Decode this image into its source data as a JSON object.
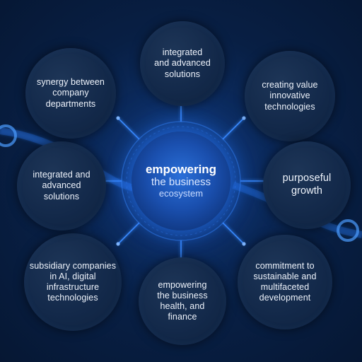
{
  "center": {
    "line1": "empowering",
    "line2": "the business",
    "line3": "ecosystem"
  },
  "nodes": [
    {
      "id": "top",
      "lines": [
        "integrated",
        "and advanced",
        "solutions"
      ]
    },
    {
      "id": "top-right",
      "lines": [
        "creating value",
        "innovative",
        "technologies"
      ]
    },
    {
      "id": "right",
      "lines": [
        "purposeful",
        "growth"
      ]
    },
    {
      "id": "bottom-right",
      "lines": [
        "commitment to",
        "sustainable and",
        "multifaceted",
        "development"
      ]
    },
    {
      "id": "bottom",
      "lines": [
        "empowering",
        "the business",
        "health, and",
        "finance"
      ]
    },
    {
      "id": "bottom-left",
      "lines": [
        "subsidiary companies",
        "in AI, digital",
        "infrastructure",
        "technologies"
      ]
    },
    {
      "id": "left",
      "lines": [
        "integrated and",
        "advanced",
        "solutions"
      ]
    },
    {
      "id": "top-left",
      "lines": [
        "synergy between",
        "company",
        "departments"
      ]
    }
  ],
  "colors": {
    "background": "#071a33",
    "hub": "#1a4fae",
    "hub_glow": "#2878ff",
    "connector": "#3a8cff",
    "node_fill": "#13294a",
    "text": "#eef3fb"
  }
}
